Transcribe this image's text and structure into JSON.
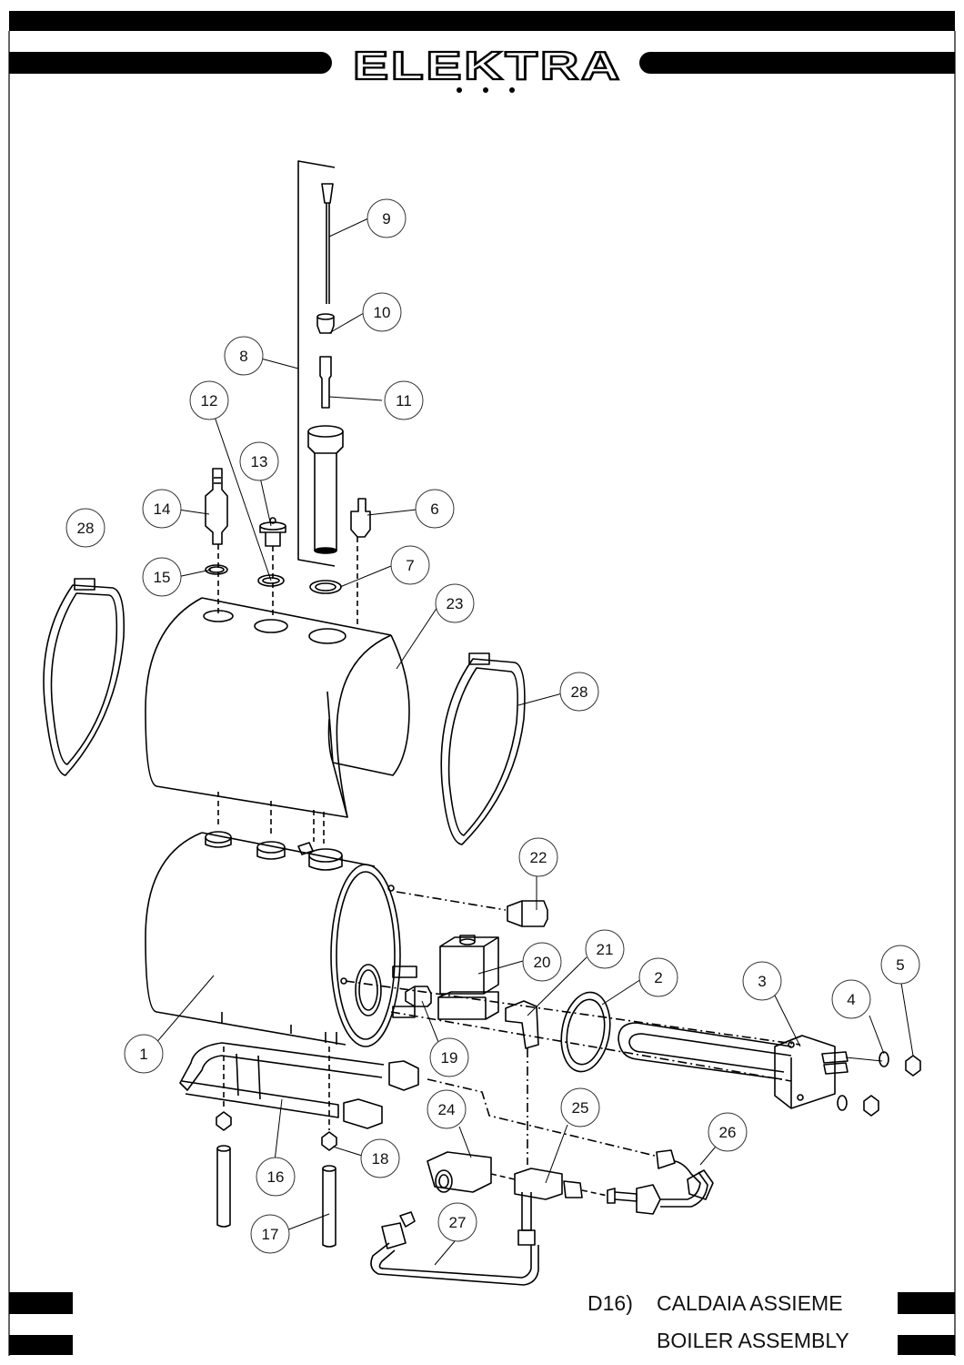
{
  "brand": {
    "name": "ELEKTRA"
  },
  "caption": {
    "code": "D16)",
    "title_it": "CALDAIA ASSIEME",
    "title_en": "BOILER ASSEMBLY"
  },
  "callouts": [
    {
      "label": "1"
    },
    {
      "label": "2"
    },
    {
      "label": "3"
    },
    {
      "label": "4"
    },
    {
      "label": "5"
    },
    {
      "label": "6"
    },
    {
      "label": "7"
    },
    {
      "label": "8"
    },
    {
      "label": "9"
    },
    {
      "label": "10"
    },
    {
      "label": "11"
    },
    {
      "label": "12"
    },
    {
      "label": "13"
    },
    {
      "label": "14"
    },
    {
      "label": "15"
    },
    {
      "label": "16"
    },
    {
      "label": "17"
    },
    {
      "label": "18"
    },
    {
      "label": "19"
    },
    {
      "label": "20"
    },
    {
      "label": "21"
    },
    {
      "label": "22"
    },
    {
      "label": "23"
    },
    {
      "label": "24"
    },
    {
      "label": "25"
    },
    {
      "label": "26"
    },
    {
      "label": "27"
    },
    {
      "label": "28"
    },
    {
      "label": "28"
    }
  ]
}
